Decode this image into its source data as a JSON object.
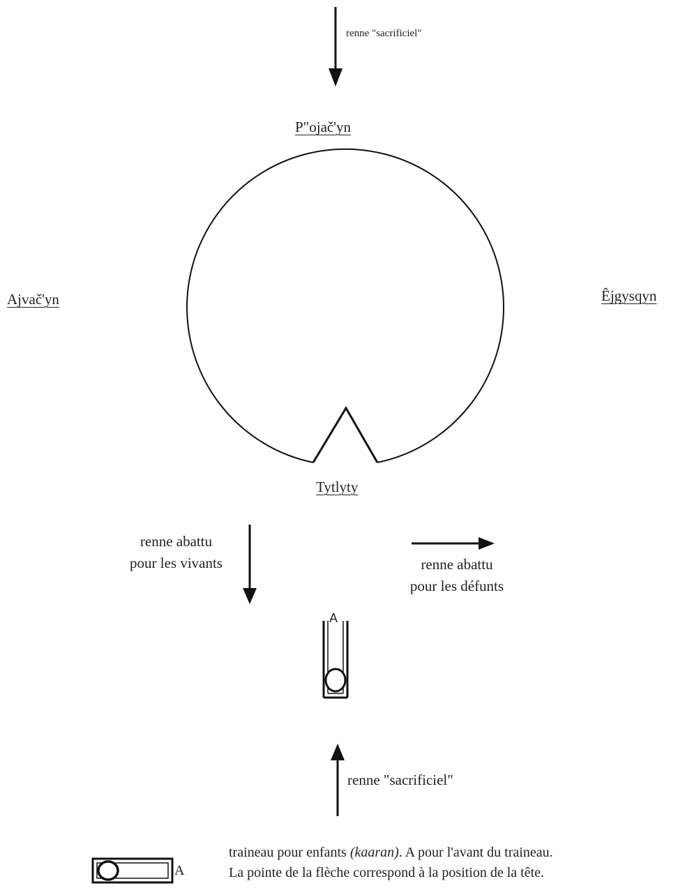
{
  "directions": {
    "north": "P\"ojač'yn",
    "west": "Ajvač'yn",
    "east": "Êjgysqyn",
    "south": "Tytlyty"
  },
  "arrows": {
    "top_label": "renne \"sacrificiel\"",
    "living_line1": "renne abattu",
    "living_line2": "pour les vivants",
    "dead_line1": "renne abattu",
    "dead_line2": "pour les défunts",
    "bottom_label": "renne \"sacrificiel\""
  },
  "sledge": {
    "front_marker": "A",
    "legend_marker": "A"
  },
  "caption": {
    "part1": "traineau pour enfants ",
    "term": "(kaaran)",
    "part2": ". A pour l'avant du traineau.",
    "line2": "La pointe de la flèche correspond à la position de la tête."
  }
}
